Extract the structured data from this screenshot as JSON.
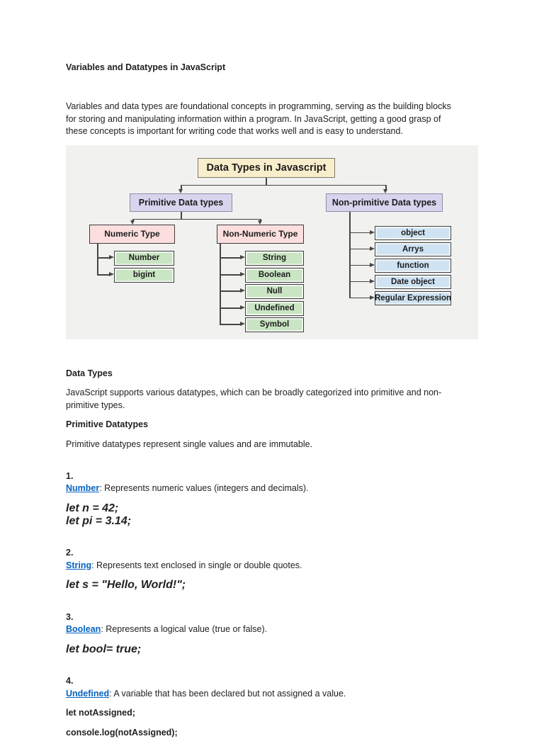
{
  "page": {
    "title": "Variables and Datatypes in JavaScript",
    "intro": "Variables and data types are foundational concepts in programming, serving as the building blocks\nfor storing and manipulating information within a program. In JavaScript, getting a good grasp of\nthese concepts is important for writing code that works well and is easy to understand."
  },
  "diagram": {
    "root": "Data Types in Javascript",
    "primitive": "Primitive Data types",
    "non_primitive": "Non-primitive Data types",
    "numeric": "Numeric Type",
    "non_numeric": "Non-Numeric Type",
    "numeric_children": [
      "Number",
      "bigint"
    ],
    "non_numeric_children": [
      "String",
      "Boolean",
      "Null",
      "Undefined",
      "Symbol"
    ],
    "non_primitive_children": [
      "object",
      "Arrys",
      "function",
      "Date object",
      "Regular Expression"
    ],
    "colors": {
      "canvas_bg": "#f1f1f0",
      "root_bg": "#f8eecb",
      "branch_bg": "#d9d4ee",
      "type_bg": "#fcdede",
      "leaf_green_bg": "#c9e5c3",
      "leaf_blue_bg": "#cfe3f2",
      "line": "#454545"
    }
  },
  "sections": {
    "data_types_heading": "Data Types",
    "data_types_body": "JavaScript supports various datatypes, which can be broadly categorized into primitive and non-\nprimitive types.",
    "primitive_heading": "Primitive Datatypes",
    "primitive_body": "Primitive datatypes represent single values and are immutable.",
    "link_color": "#0563c1",
    "items": [
      {
        "num": "1.",
        "link": "Number",
        "rest": ": Represents numeric values (integers and decimals).",
        "code": [
          "let n = 42;",
          "let pi = 3.14;"
        ]
      },
      {
        "num": "2.",
        "link": "String",
        "rest": ": Represents text enclosed in single or double quotes.",
        "code": [
          "let s = \"Hello, World!\";"
        ]
      },
      {
        "num": "3.",
        "link": "Boolean",
        "rest": ": Represents a logical value (true or false).",
        "code": [
          "let bool= true;"
        ]
      },
      {
        "num": "4.",
        "link": "Undefined",
        "rest": ": A variable that has been declared but not assigned a value.",
        "code_plain": [
          "let notAssigned;",
          "console.log(notAssigned);"
        ]
      }
    ]
  }
}
